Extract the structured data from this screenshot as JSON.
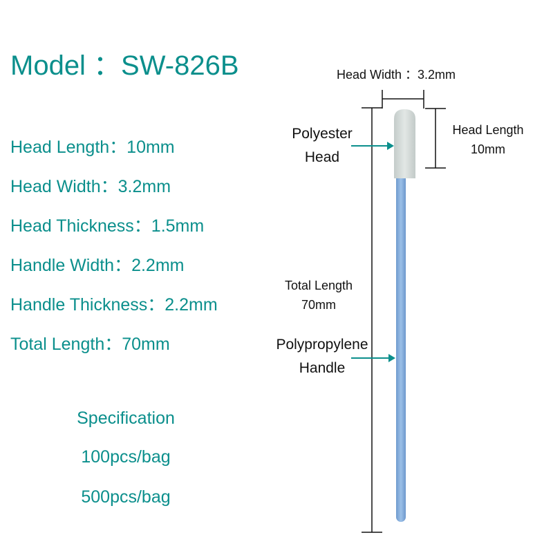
{
  "title": "Model ：SW-826B",
  "specs": [
    "Head Length：10mm",
    "Head Width：3.2mm",
    "Head Thickness：1.5mm",
    "Handle Width：2.2mm",
    "Handle Thickness：2.2mm",
    "Total Length：70mm"
  ],
  "packaging": {
    "heading": "Specification",
    "options": [
      "100pcs/bag",
      "500pcs/bag"
    ]
  },
  "diagram": {
    "head_width_label": "Head Width ：3.2mm",
    "head_label": [
      "Polyester",
      "Head"
    ],
    "head_length_label": [
      "Head Length",
      "10mm"
    ],
    "total_length_label": [
      "Total Length",
      "70mm"
    ],
    "handle_label": [
      "Polypropylene",
      "Handle"
    ]
  },
  "colors": {
    "accent": "#0b8f8c",
    "handle": "#7ea8d8",
    "head": "#d6dcda"
  }
}
